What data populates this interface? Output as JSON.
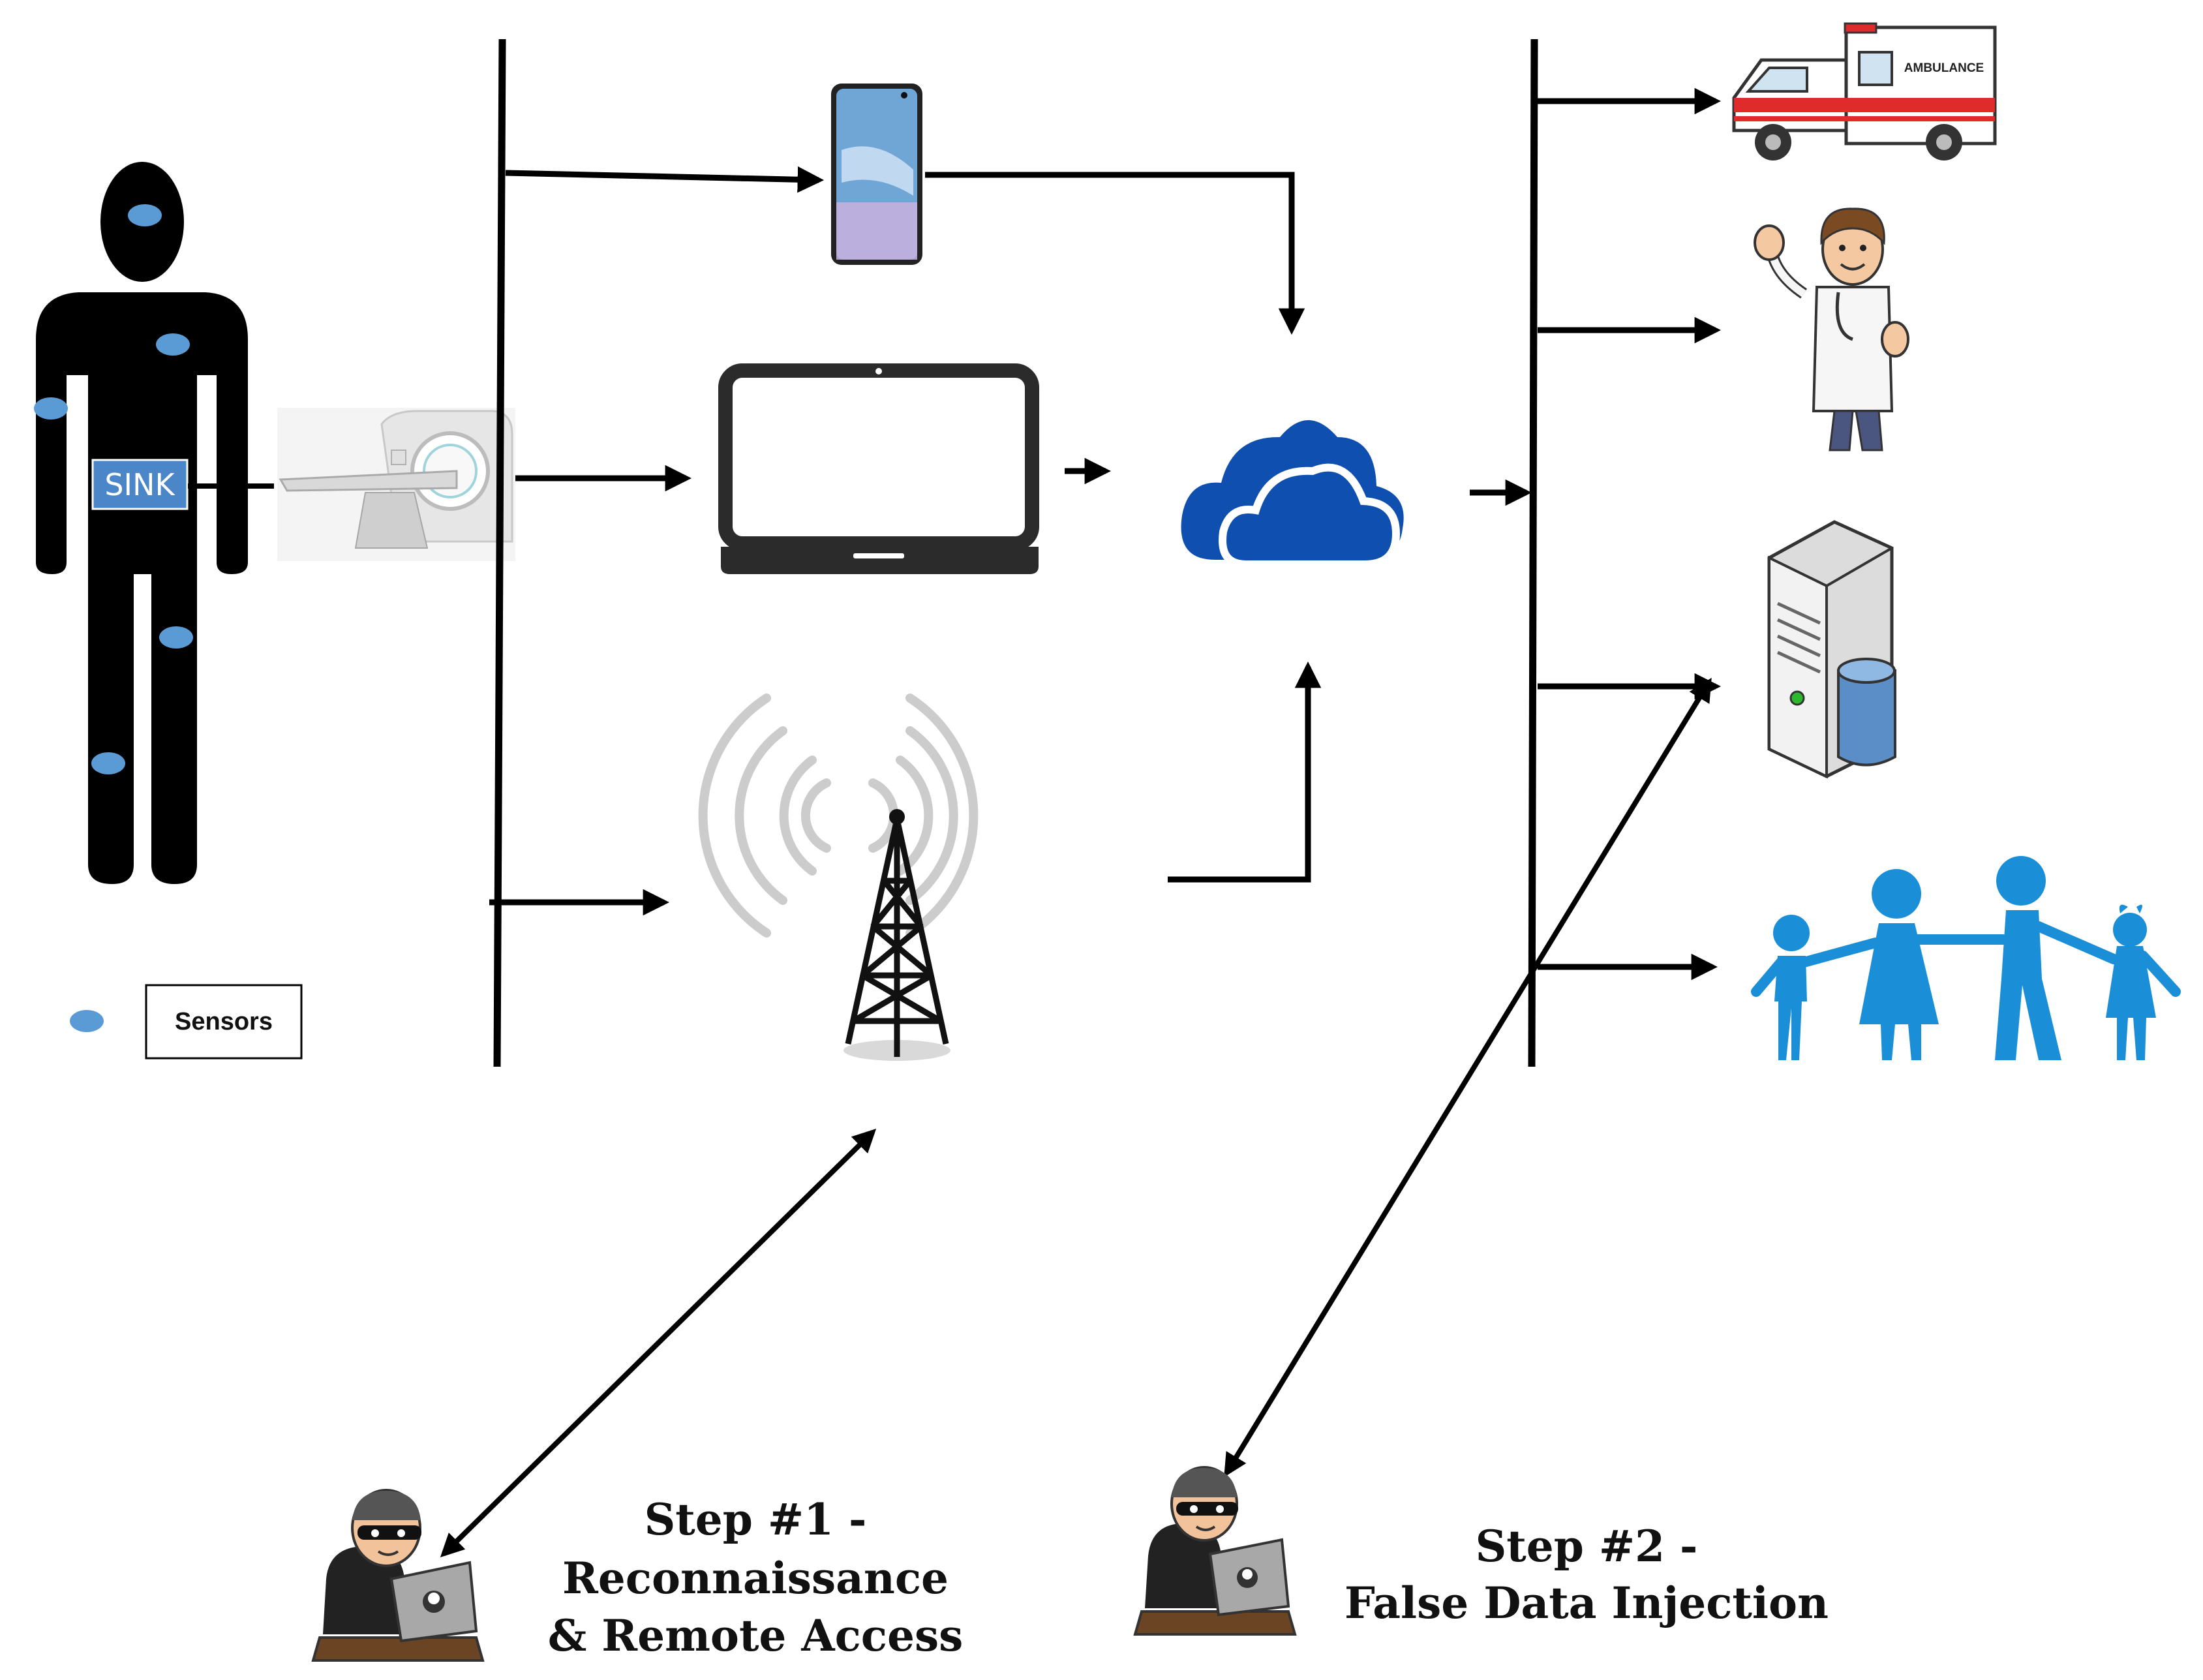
{
  "body": {
    "sink_label": "SINK",
    "legend_label": "Sensors"
  },
  "ambulance": {
    "label": "AMBULANCE"
  },
  "steps": [
    {
      "lines": [
        "Step #1 -",
        "Reconnaissance",
        "& Remote Access"
      ]
    },
    {
      "lines": [
        "Step #2 -",
        "False Data Injection"
      ]
    }
  ],
  "colors": {
    "line": "#000000",
    "sensor": "#5b9bd5",
    "sink_box": "#4a86c8",
    "cloud": "#0f4fb0",
    "family": "#1a8fd8",
    "signal_waves": "#cccccc"
  },
  "icons": {
    "patient": "human-silhouette-icon",
    "scanner": "ct-scanner-icon",
    "phone": "smartphone-icon",
    "laptop": "laptop-icon",
    "tower": "cell-tower-icon",
    "cloud": "cloud-icon",
    "ambulance": "ambulance-icon",
    "doctor": "doctor-icon",
    "server": "database-server-icon",
    "family": "family-icon",
    "attacker": "hacker-icon"
  }
}
